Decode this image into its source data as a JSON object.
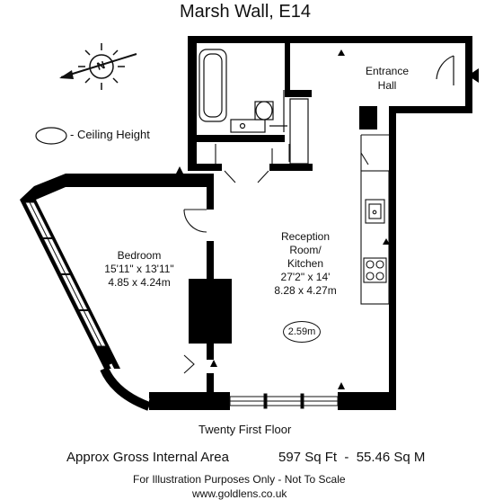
{
  "header": {
    "address_line": "Marsh Wall, E14"
  },
  "legend": {
    "ceiling_label": "- Ceiling Height",
    "compass_letter": "N"
  },
  "rooms": {
    "entrance": {
      "line1": "Entrance",
      "line2": "Hall"
    },
    "reception": {
      "line1": "Reception",
      "line2": "Room/",
      "line3": "Kitchen",
      "imperial": "27'2\" x 14'",
      "metric": "8.28 x 4.27m"
    },
    "bedroom": {
      "name": "Bedroom",
      "imperial": "15'11\" x 13'11\"",
      "metric": "4.85 x 4.24m"
    },
    "ceiling_height": "2.59m"
  },
  "floor_label": "Twenty First Floor",
  "area": {
    "label": "Approx Gross Internal Area",
    "value": "597 Sq Ft  -  55.46 Sq M"
  },
  "disclaimer": "For Illustration Purposes Only - Not To Scale",
  "website": "www.goldlens.co.uk",
  "colors": {
    "wall": "#000000",
    "line": "#111111",
    "background": "#ffffff"
  }
}
